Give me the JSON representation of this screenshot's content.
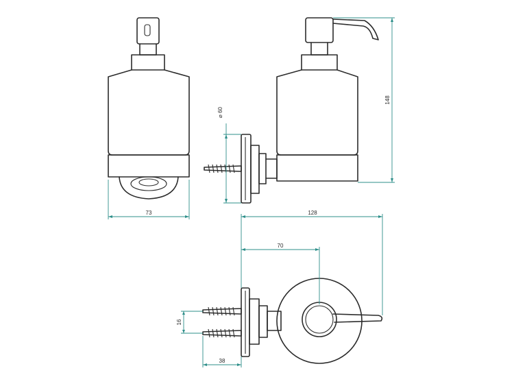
{
  "colors": {
    "line": "#2b2b2b",
    "dimension": "#2e8f8a",
    "background": "#ffffff"
  },
  "dimensions": {
    "front_width": "73",
    "height": "148",
    "diameter": "⌀ 60",
    "depth": "128",
    "center_offset": "70",
    "screw_spacing": "16",
    "mount_depth": "38"
  }
}
